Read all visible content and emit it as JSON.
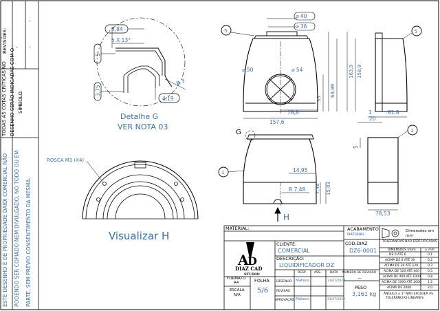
{
  "sidebar": {
    "revisions_label": "REVISÕES:",
    "rev_dashes": [
      "-",
      "-",
      "-"
    ],
    "note_critical": [
      "TODAS AS COTAS CRÍTICAS NO",
      "DESENHO SERÃO INDICADAS COM O",
      "SÍMBOLO."
    ],
    "property_note": [
      "ESTE DESENHO É DE PROPRIEDADE DAIDI COMERCIAL NÃO",
      "PODENDO SER COPIADO NEM DIVULGADO, NO TODO OU EM",
      "PARTE, SEM PRÉVIO CONSENTIMENTO DA MESMA."
    ]
  },
  "detail_g": {
    "title": "Detalhe G",
    "note": "VER NOTA 03",
    "dim_384": "3,84",
    "dim_chamfer": "5 X 13°",
    "dim_5": "5",
    "dim_375": "3,75",
    "dim_419": "4,19",
    "dim_r3": "R 3"
  },
  "view_h": {
    "title": "Visualizar H",
    "thread": "ROSCA M3 (X4)"
  },
  "front_view": {
    "balloon": "5",
    "dia_40": "⌀ 40",
    "dia_36": "⌀ 36",
    "dia_50": "⌀ 50",
    "dia_54": "⌀ 54",
    "dim_788": "78,8",
    "dim_1576": "157,6",
    "dim_35": "35",
    "dim_6999": "69,99",
    "dim_1639": "163,9",
    "dim_1589": "158,9"
  },
  "side_view": {
    "balloon_5": "5",
    "balloon_1": "1",
    "dim_1": "1",
    "dim_818": "81,8",
    "dim_20": "20",
    "dim_5": "5",
    "dim_7853": "78,53"
  },
  "bottom_view": {
    "section_g": "G",
    "balloon_1": "1",
    "section_h": "H",
    "dim_1495": "14,95",
    "dim_r748": "R 7,48",
    "dim_746": "7,46",
    "dim_1503": "15,03"
  },
  "title_block": {
    "material_label": "MATERIAL:",
    "material_value": "",
    "acabamento_label": "ACABAMENTO",
    "acabamento_value": "NATURAL",
    "dimensions_label": "Dimensões em mm",
    "cliente_label": "CLIENTE:",
    "cliente_value": "COMERCIAL",
    "cod_label": "COD.DIAZ",
    "cod_value": "DZ6-0001",
    "descricao_label": "DESCRIÇÃO:",
    "descricao_value": "LIQUIDIFICADOR DZ",
    "logo_text": "DIAZ CAD",
    "logo_sub": "STUDIO",
    "formato_label": "FORMATO",
    "formato_value": "A4",
    "escala_label": "ESCALA",
    "escala_value": "N/A",
    "folha_label": "FOLHA",
    "folha_value": "5/6",
    "col_resp": "RESP",
    "col_ass": "ASS.",
    "col_data": "DATA",
    "row_desenho": "DESENHO",
    "row_revisao": "REVISÃO",
    "row_aprovacao": "APROVAÇÃO",
    "desenho_resp": "Mateus",
    "desenho_data": "31/07/2022",
    "aprov_resp": "Mateus",
    "aprov_data": "31/07/2022",
    "num_revisao_label": "NUMERO DE REVISÃO",
    "num_revisao_value": "---",
    "peso_label": "PESO",
    "peso_value": "3,161 kg",
    "tol_title": "TOLERANCIAS NÃO ESPECIFICADAS",
    "tol_headers": [
      "DIMENSÕES (mm)",
      "± mm"
    ],
    "tol_rows": [
      [
        "DE 0 ATÉ 6",
        "0,1"
      ],
      [
        "ACIMA DE 6 ATÉ 30",
        "0,2"
      ],
      [
        "ACIMA DE 30 ATÉ 120",
        "0,3"
      ],
      [
        "ACIMA DE 120 ATÉ 400",
        "0,5"
      ],
      [
        "ACIMA DE 400 ATÉ 1000",
        "0,8"
      ],
      [
        "ACIMA DE 1000 ATÉ 2000",
        "1,2"
      ],
      [
        "ACIMA DE 2000",
        "2,0"
      ]
    ],
    "tol_note": [
      "ÂNGULO ± 1° NÃO EXCEDER AS",
      "TOLERÂNCIAS LINEARES."
    ]
  }
}
